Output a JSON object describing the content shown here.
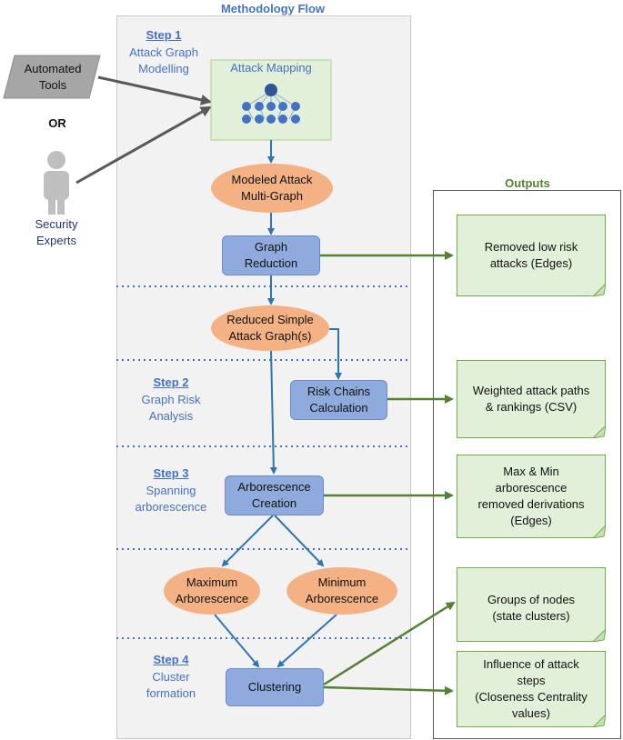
{
  "titles": {
    "methodology": "Methodology Flow",
    "outputs": "Outputs"
  },
  "inputs": {
    "automated_tools": "Automated\nTools",
    "or": "OR",
    "security_experts": "Security\nExperts"
  },
  "steps": [
    {
      "title": "Step 1",
      "desc": "Attack Graph\nModelling"
    },
    {
      "title": "Step 2",
      "desc": "Graph Risk\nAnalysis"
    },
    {
      "title": "Step 3",
      "desc": "Spanning\narborescence"
    },
    {
      "title": "Step 4",
      "desc": "Cluster\nformation"
    }
  ],
  "nodes": {
    "attack_mapping": "Attack Mapping",
    "modeled_attack": "Modeled Attack\nMulti-Graph",
    "graph_reduction": "Graph\nReduction",
    "reduced_simple": "Reduced Simple\nAttack Graph(s)",
    "risk_chains": "Risk Chains\nCalculation",
    "arborescence_creation": "Arborescence\nCreation",
    "maximum_arborescence": "Maximum\nArborescence",
    "minimum_arborescence": "Minimum\nArborescence",
    "clustering": "Clustering"
  },
  "outputs": [
    "Removed low risk\nattacks (Edges)",
    "Weighted attack paths\n& rankings (CSV)",
    "Max & Min\narborescence\nremoved derivations\n(Edges)",
    "Groups of nodes\n(state clusters)",
    "Influence of attack\nsteps\n(Closeness Centrality\nvalues)"
  ],
  "colors": {
    "blue_accent": "#4472c4",
    "green_accent": "#548235",
    "rect_fill": "#8faadc",
    "oval_fill": "#f4b183",
    "note_fill": "#e2f0d9"
  }
}
